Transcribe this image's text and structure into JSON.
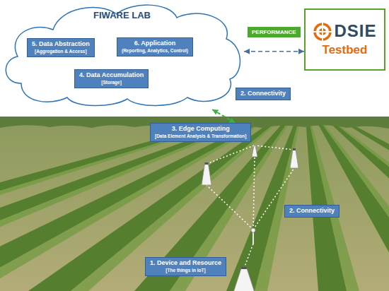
{
  "diagram": {
    "nodes": [
      {
        "text": [
          "FIWARE LAB"
        ]
      },
      {
        "text": [
          "5. Data Abstraction",
          "[Aggregation & Access]"
        ],
        "in": 0
      },
      {
        "text": [
          "6. Application",
          "(Reporting, Analytics, Control)"
        ],
        "in": 0
      },
      {
        "text": [
          "4. Data Accumulation",
          "[Storage]"
        ],
        "in": 0
      },
      {
        "text": [
          "DSIE",
          "Testbed"
        ]
      },
      {
        "text": [
          "2. Connectivity"
        ]
      },
      {
        "text": [
          "3. Edge Computing",
          "[Data Element Analysis & Transformation]"
        ]
      },
      {
        "text": [
          "2. Connectivity"
        ]
      },
      {
        "text": [
          "1. Device and Resource",
          "[The things in IoT]"
        ]
      }
    ],
    "edges": [
      {
        "from": 0,
        "to": 4,
        "label": "PERFORMANCE",
        "arrow": "both"
      },
      {
        "from": 0,
        "to": 6,
        "arrow": "both"
      }
    ]
  }
}
